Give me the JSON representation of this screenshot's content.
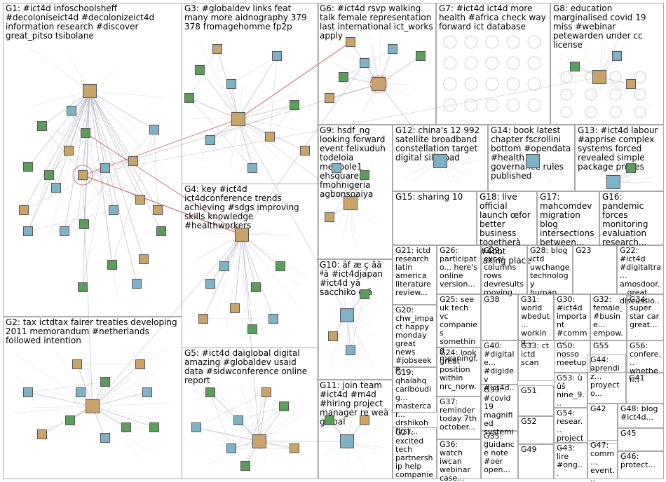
{
  "groups": [
    {
      "id": "G1",
      "label": "G1: #ict4d infoschoolsheff #decoloniseict4d #decolonizeict4d information research #discover great_pitso tsibolane"
    },
    {
      "id": "G2",
      "label": "G2: tax ictdtax fairer treaties developing 2011 memorandum #netherlands followed intention"
    },
    {
      "id": "G3",
      "label": "G3: #globaldev links feat many more aidnography 379 378 fromagehomme fp2p"
    },
    {
      "id": "G4",
      "label": "G4: key #ict4d ict4dconference trends achieving #sdgs improving skills knowledge #healthworkers"
    },
    {
      "id": "G5",
      "label": "G5: #ict4d daiglobal digital amazing #globaldev usaid data #sidwconference online report"
    },
    {
      "id": "G6",
      "label": "G6: #ict4d rsvp walking talk female representation last international ict_works apply"
    },
    {
      "id": "G7",
      "label": "G7: #ict4d ict4d more health #africa check way forward ict database"
    },
    {
      "id": "G8",
      "label": "G8: education marginalised covid 19 miss #webinar petewarden under cc license"
    },
    {
      "id": "G9",
      "label": "G9: hsdf_ng looking forward event felixuduh todeloia meribole1 ehsquare fmohnigeria agbonsoaiya"
    },
    {
      "id": "G10",
      "label": "G10: âf æ ç åã ªã #ict4djapan #ict4d yã sacchiko œã"
    },
    {
      "id": "G11",
      "label": "G11: join team #ict4d #m4d #hiring project manager re weà global"
    },
    {
      "id": "G12",
      "label": "G12: china's 12 992 satellite broadband constellation target digital silk road"
    },
    {
      "id": "G13",
      "label": "G13: #ict4d labour #apprise complex systems forced revealed simple package proves"
    },
    {
      "id": "G14",
      "label": "G14: book latest chapter fscrollini bottom #opendata #health governance rules published"
    },
    {
      "id": "G15",
      "label": "G15: sharing 10"
    },
    {
      "id": "G16",
      "label": "G16: pandemic forces monitoring evaluation research..."
    },
    {
      "id": "G17",
      "label": "G17: mahcomdev migration blog intersections between..."
    },
    {
      "id": "G18",
      "label": "G18: live official launch œfor better business togetherà #4bbt taking place"
    },
    {
      "id": "G19",
      "label": "G19: qhalahq cariboudig... mastercar... drshikoh first..."
    },
    {
      "id": "G20",
      "label": "G20: chw_impact happy monday great news #jobseeke..."
    },
    {
      "id": "G21",
      "label": "G21: ictd research latin america literature review..."
    },
    {
      "id": "G22",
      "label": "G22: #ict4d #digitaltra... amosdoor... great discussio..."
    },
    {
      "id": "G23",
      "label": "G23"
    },
    {
      "id": "G24",
      "label": "G24: look great position within nrc_norw..."
    },
    {
      "id": "G25",
      "label": "G25: see uk tech vc companies something meaningf..."
    },
    {
      "id": "G26",
      "label": "G26: participato... here's online version..."
    },
    {
      "id": "G27",
      "label": "G27: excited tech partnership help companie..."
    },
    {
      "id": "G28",
      "label": "G28: blog ictd uwchange technology human..."
    },
    {
      "id": "G29",
      "label": "G29: excel columns rows devresults moving..."
    },
    {
      "id": "G30",
      "label": "G30: #ict4d important #comm..."
    },
    {
      "id": "G31",
      "label": "G31: world wbedut... working..."
    },
    {
      "id": "G32",
      "label": "G32: female #busine... empow..."
    },
    {
      "id": "G33",
      "label": "G33: ct ictd scan"
    },
    {
      "id": "G34",
      "label": "G34: super star car great..."
    },
    {
      "id": "G35",
      "label": "G35: guidance note #oer open..."
    },
    {
      "id": "G36",
      "label": "G36: watch iwcan webinar case..."
    },
    {
      "id": "G37",
      "label": "G37: reminder today 7th october..."
    },
    {
      "id": "G38",
      "label": "G38"
    },
    {
      "id": "G39",
      "label": "G39: #covid19 magnified systemi..."
    },
    {
      "id": "G40",
      "label": "G40: #digitale... #digidev #ict4d..."
    },
    {
      "id": "G41",
      "label": "G41"
    },
    {
      "id": "G42",
      "label": "G42"
    },
    {
      "id": "G43",
      "label": "G43: lire #ong..."
    },
    {
      "id": "G44",
      "label": "G44: aprendiz... proyecto..."
    },
    {
      "id": "G45",
      "label": "G45"
    },
    {
      "id": "G46",
      "label": "G46: protect..."
    },
    {
      "id": "G47",
      "label": "G47: comm... event..."
    },
    {
      "id": "G48",
      "label": "G48: blog #ict4d..."
    },
    {
      "id": "G49",
      "label": "G49"
    },
    {
      "id": "G50",
      "label": "G50: nosso meetup..."
    },
    {
      "id": "G51",
      "label": "G51"
    },
    {
      "id": "G52",
      "label": "G52"
    },
    {
      "id": "G53",
      "label": "G53: ù ûš nine_9..."
    },
    {
      "id": "G54",
      "label": "G54: resear... project..."
    },
    {
      "id": "G55",
      "label": "G55"
    },
    {
      "id": "G56",
      "label": "G56: confere... whether..."
    }
  ],
  "colors": {
    "border": "#a9a9a9",
    "edge": "#b4b4c8",
    "edge_strong": "#c0504d",
    "node_fill_a": "#7fb2c7",
    "node_fill_b": "#5a9e5a",
    "node_fill_c": "#c9a36a"
  }
}
